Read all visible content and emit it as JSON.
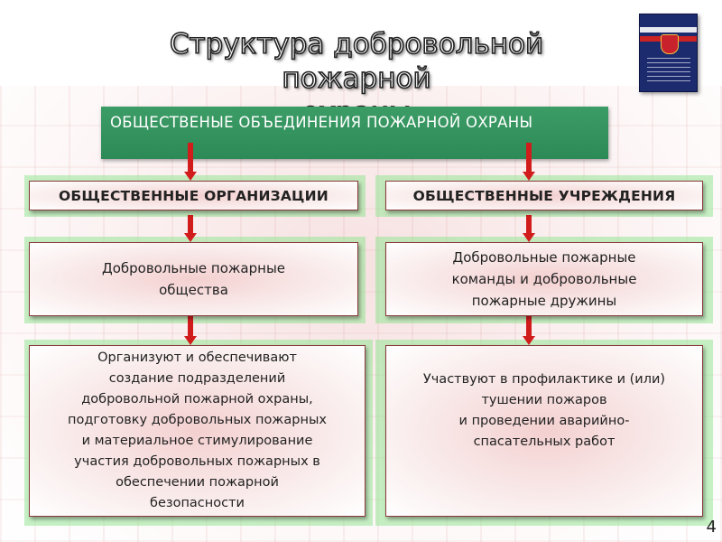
{
  "title": {
    "line1": "Структура добровольной пожарной",
    "line2": "охраны"
  },
  "header": {
    "text": "ОБЩЕСТВЕНЫЕ ОБЪЕДИНЕНИЯ ПОЖАРНОЙ ОХРАНЫ"
  },
  "left": {
    "org_type": "ОБЩЕСТВЕННЫЕ ОРГАНИЗАЦИИ",
    "unit": "Добровольные пожарные\nобщества",
    "role": "Организуют и обеспечивают\nсоздание подразделений\nдобровольной пожарной охраны,\nподготовку добровольных пожарных\nи материальное стимулирование\nучастия добровольных пожарных в\nобеспечении пожарной\nбезопасности"
  },
  "right": {
    "org_type": "ОБЩЕСТВЕННЫЕ УЧРЕЖДЕНИЯ",
    "unit": "Добровольные пожарные\nкоманды и добровольные\nпожарные дружины",
    "role": "Участвуют в профилактике и (или)\nтушении пожаров\nи проведении аварийно-\nспасательных работ"
  },
  "page_number": "4",
  "colors": {
    "header_green": "#2c8a56",
    "arrow_red": "#d11c1c",
    "box_pink": "#f4d0d0",
    "frame_green": "#96e696"
  },
  "icons": [
    "document-cover-icon",
    "arrow-down-icon"
  ]
}
